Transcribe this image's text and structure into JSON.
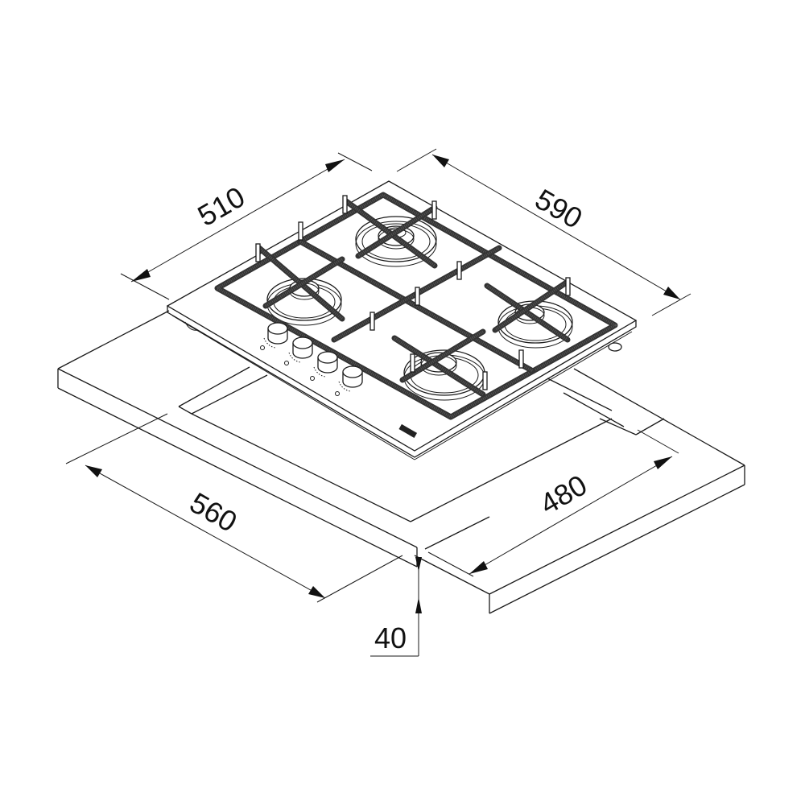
{
  "figure": {
    "subject": "Built-in gas hob with 4 burners and 4 control knobs, isometric installation drawing",
    "units": "mm",
    "colors": {
      "line": "#1a1a1a",
      "background": "#ffffff"
    }
  },
  "dimensions": {
    "hob_depth": {
      "label": "510",
      "description": "Hob depth (left edge)"
    },
    "hob_width": {
      "label": "590",
      "description": "Hob width (back edge)"
    },
    "cutout_width": {
      "label": "560",
      "description": "Countertop cut-out width"
    },
    "cutout_depth": {
      "label": "480",
      "description": "Countertop cut-out depth"
    },
    "worktop_thickness": {
      "label": "40",
      "description": "Minimum worktop thickness"
    }
  },
  "hob": {
    "burners": [
      {
        "name": "rear-left-burner"
      },
      {
        "name": "rear-right-burner"
      },
      {
        "name": "front-left-burner"
      },
      {
        "name": "front-right-burner"
      }
    ],
    "knobs": [
      {
        "name": "knob-1"
      },
      {
        "name": "knob-2"
      },
      {
        "name": "knob-3"
      },
      {
        "name": "knob-4"
      }
    ],
    "badge": {
      "name": "brand-badge"
    }
  }
}
